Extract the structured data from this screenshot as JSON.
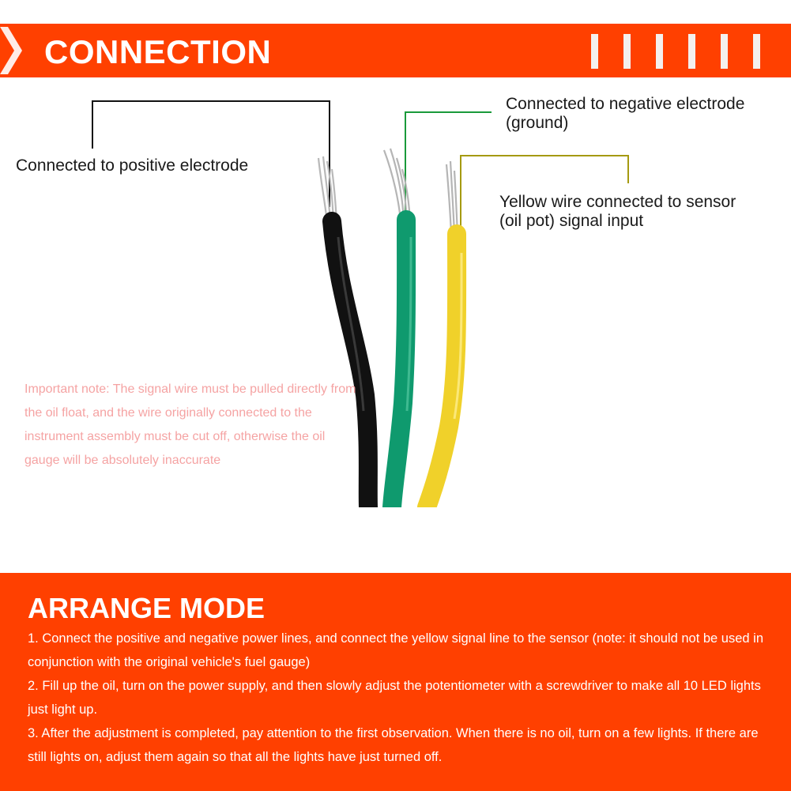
{
  "header": {
    "title": "CONNECTION",
    "accent_color": "#ff4000"
  },
  "wires": [
    {
      "name": "black",
      "color": "#111111",
      "label": "Connected to positive electrode"
    },
    {
      "name": "green",
      "color": "#0f9a6e",
      "label_line1": "Connected to negative electrode",
      "label_line2": "(ground)"
    },
    {
      "name": "yellow",
      "color": "#f0d12a",
      "label_line1": "Yellow wire connected to sensor",
      "label_line2": "(oil pot) signal input"
    }
  ],
  "note": {
    "text": "Important note: The signal wire must be pulled directly from the oil float, and the wire originally connected to the instrument assembly must be cut off, otherwise the oil gauge will be absolutely inaccurate",
    "color": "#f5a3a3"
  },
  "arrange": {
    "title": "ARRANGE MODE",
    "steps": [
      "1. Connect the positive and negative power lines, and connect the yellow signal line to the sensor (note: it should not be used in conjunction with the original vehicle's fuel gauge)",
      "2. Fill up the oil, turn on the power supply, and then slowly adjust the potentiometer with a screwdriver to make all 10 LED lights just light up.",
      "3. After the adjustment is completed, pay attention to the first observation. When there is no oil, turn on a few lights. If there are still lights on, adjust them again so that all the lights have just turned off."
    ]
  }
}
